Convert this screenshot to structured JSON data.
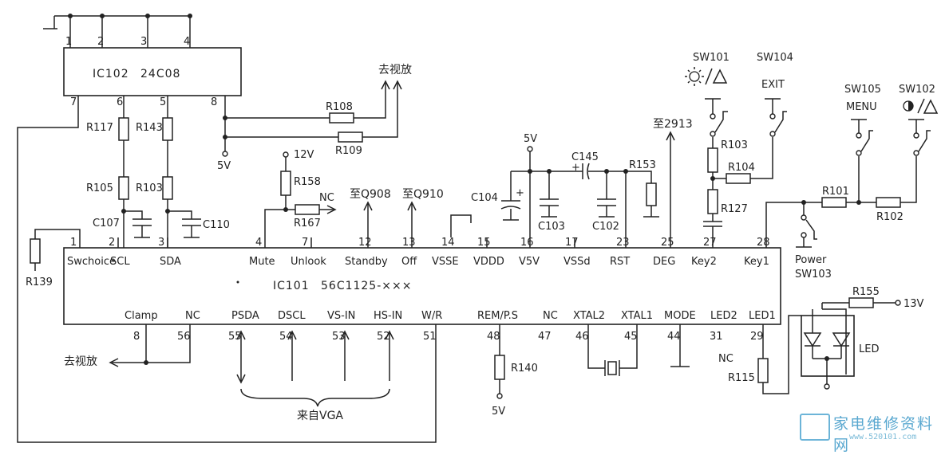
{
  "ic102": {
    "name": "IC102",
    "part": "24C08",
    "pins": [
      "1",
      "2",
      "3",
      "4",
      "7",
      "6",
      "5",
      "8"
    ]
  },
  "ic101": {
    "name": "IC101",
    "part": "56C1125-×××"
  },
  "ic101_top_pins": [
    {
      "num": "1",
      "name": "Swchoice"
    },
    {
      "num": "2",
      "name": "SCL"
    },
    {
      "num": "3",
      "name": "SDA"
    },
    {
      "num": "4",
      "name": "Mute"
    },
    {
      "num": "7",
      "name": "Unlook"
    },
    {
      "num": "12",
      "name": "Standby"
    },
    {
      "num": "13",
      "name": "Off"
    },
    {
      "num": "14",
      "name": "VSSE"
    },
    {
      "num": "15",
      "name": "VDDD"
    },
    {
      "num": "16",
      "name": "V5V"
    },
    {
      "num": "17",
      "name": "VSSd"
    },
    {
      "num": "23",
      "name": "RST"
    },
    {
      "num": "25",
      "name": "DEG"
    },
    {
      "num": "27",
      "name": "Key2"
    },
    {
      "num": "28",
      "name": "Key1"
    }
  ],
  "ic101_bottom_pins": [
    {
      "num": "8",
      "name": "Clamp"
    },
    {
      "num": "56",
      "name": "NC"
    },
    {
      "num": "55",
      "name": "PSDA"
    },
    {
      "num": "54",
      "name": "DSCL"
    },
    {
      "num": "53",
      "name": "VS-IN"
    },
    {
      "num": "52",
      "name": "HS-IN"
    },
    {
      "num": "51",
      "name": "W/R"
    },
    {
      "num": "48",
      "name": "REM/P.S"
    },
    {
      "num": "47",
      "name": "NC"
    },
    {
      "num": "46",
      "name": "XTAL2"
    },
    {
      "num": "45",
      "name": "XTAL1"
    },
    {
      "num": "44",
      "name": "MODE"
    },
    {
      "num": "31",
      "name": "LED2"
    },
    {
      "num": "29",
      "name": "LED1"
    }
  ],
  "resistors": [
    "R117",
    "R143",
    "R105",
    "R103",
    "R108",
    "R109",
    "R158",
    "R167",
    "R139",
    "R153",
    "R103",
    "R104",
    "R127",
    "R101",
    "R102",
    "R140",
    "R155",
    "R115"
  ],
  "capacitors": [
    "C107",
    "C110",
    "C104",
    "C103",
    "C145",
    "C102"
  ],
  "switches": {
    "sw101": "SW101",
    "sw104": "SW104",
    "sw104_name": "EXIT",
    "sw105": "SW105",
    "sw105_name": "MENU",
    "sw102": "SW102",
    "sw103": "SW103",
    "sw103_name": "Power"
  },
  "supplies": {
    "v5_a": "5V",
    "v12": "12V",
    "v5_b": "5V",
    "v5_c": "5V",
    "v13": "13V"
  },
  "notes": {
    "to_video_amp": "去视放",
    "to_video_amp_2": "去视放",
    "nc_r167": "NC",
    "to_q908": "至Q908",
    "to_q910": "至Q910",
    "to_2913": "至2913",
    "nc_31": "NC",
    "from_vga": "来自VGA",
    "led": "LED"
  },
  "watermark": {
    "title": "家电维修资料网",
    "url": "www.520101.com"
  }
}
